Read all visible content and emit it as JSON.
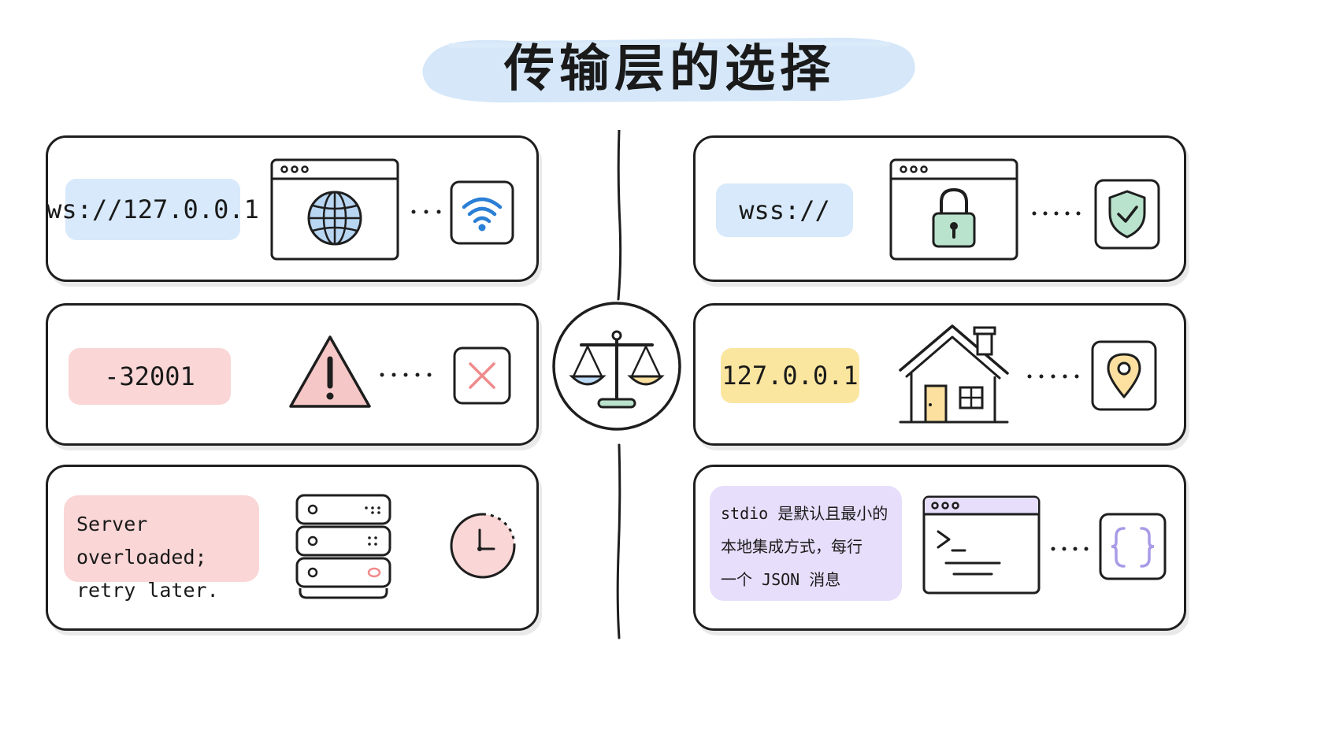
{
  "title": "传输层的选择",
  "left": {
    "ws": {
      "label": "ws://127.0.0.1",
      "color": "#d7e9fb"
    },
    "error": {
      "label": "-32001",
      "color": "#fad6d6"
    },
    "message": {
      "text": "Server overloaded;\nretry later.",
      "color": "#fad6d6"
    }
  },
  "right": {
    "wss": {
      "label": "wss://",
      "color": "#d7e9fb"
    },
    "localhost": {
      "label": "127.0.0.1",
      "color": "#fbe6a0"
    },
    "stdio": {
      "text": "stdio 是默认且最小的\n本地集成方式，每行\n一个 JSON 消息",
      "color": "#e6defa"
    }
  },
  "icons": {
    "row1_left": [
      "browser-globe-icon",
      "wifi-icon"
    ],
    "row2_left": [
      "warning-icon",
      "close-icon"
    ],
    "row3_left": [
      "server-icon",
      "clock-icon"
    ],
    "center": "balance-scale-icon",
    "row1_right": [
      "browser-lock-icon",
      "shield-check-icon"
    ],
    "row2_right": [
      "house-icon",
      "location-pin-icon"
    ],
    "row3_right": [
      "terminal-icon",
      "braces-icon"
    ]
  },
  "colors": {
    "accent_blue": "#2a7fd6",
    "warn_pink": "#f6c7c7",
    "lock_green": "#b9e3cc",
    "pin_yellow": "#fbe6a0",
    "braces_purple": "#a99be6"
  }
}
